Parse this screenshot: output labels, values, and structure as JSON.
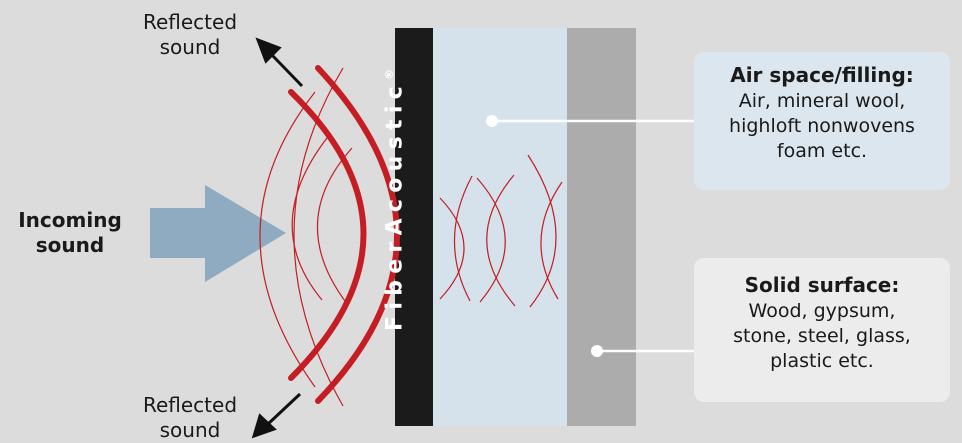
{
  "labels": {
    "reflected_top": [
      "Reflected",
      "sound"
    ],
    "reflected_bottom": [
      "Reflected",
      "sound"
    ],
    "incoming": [
      "Incoming",
      "sound"
    ]
  },
  "brand": {
    "name": "FiberAcoustic",
    "mark": "®"
  },
  "air_box": {
    "title": "Air space/filling:",
    "lines": [
      "Air, mineral wool,",
      "highloft nonwovens",
      "foam etc."
    ]
  },
  "solid_box": {
    "title": "Solid surface:",
    "lines": [
      "Wood, gypsum,",
      "stone, steel, glass,",
      "plastic etc."
    ]
  },
  "colors": {
    "background": "#dcdcdc",
    "wave_red": "#c41e24",
    "arrow_blue": "#8eabc1",
    "fiber_layer": "#1b1b1b",
    "air_layer": "#d5e2ec",
    "solid_layer": "#acacac",
    "air_box": "#dce6ee",
    "solid_box": "#ececec"
  }
}
